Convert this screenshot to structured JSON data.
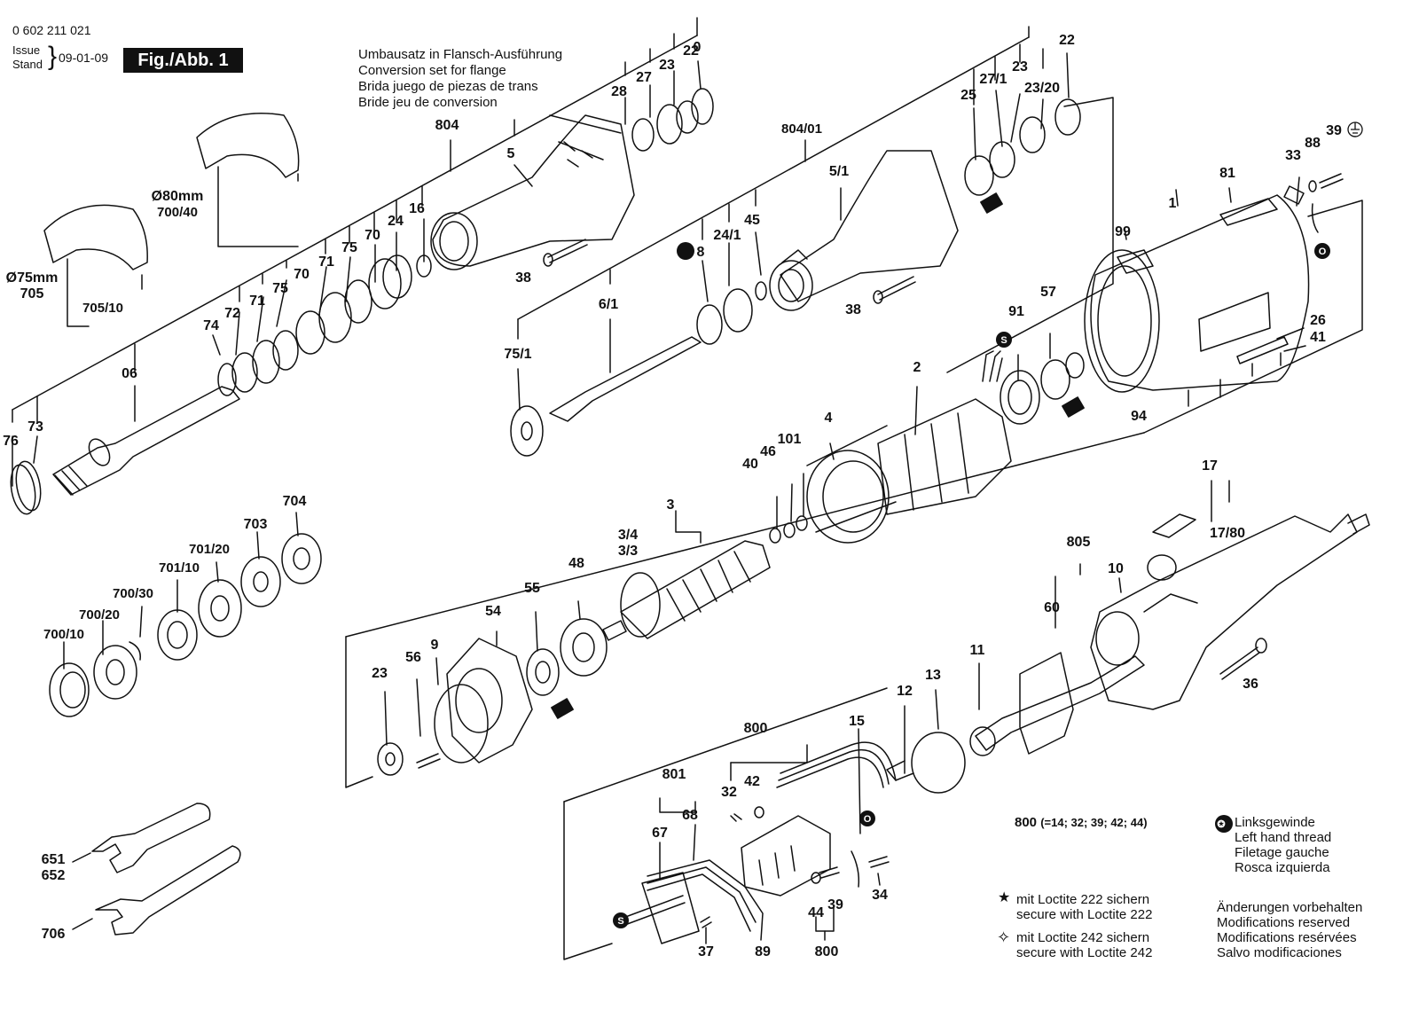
{
  "header": {
    "doc_number": "0 602 211 021",
    "issue_label": "Issue",
    "stand_label": "Stand",
    "date": "09-01-09",
    "figure_label": "Fig./Abb. 1"
  },
  "conversion_set": [
    "Umbausatz in Flansch-Ausführung",
    "Conversion set for flange",
    "Brida juego de piezas de trans",
    "Bride jeu de conversion"
  ],
  "part_labels": [
    "0",
    "76",
    "73",
    "06",
    "74",
    "72",
    "71",
    "75",
    "70",
    "71",
    "75",
    "70",
    "24",
    "16",
    "804",
    "5",
    "28",
    "27",
    "23",
    "22",
    "Ø80mm",
    "700/40",
    "Ø75mm",
    "705",
    "705/10",
    "38",
    "8",
    "24/1",
    "45",
    "6/1",
    "75/1",
    "804/01",
    "5/1",
    "25",
    "27/1",
    "23",
    "23/20",
    "22",
    "38",
    "39",
    "88",
    "33",
    "81",
    "1",
    "99",
    "26",
    "41",
    "94",
    "2",
    "91",
    "57",
    "4",
    "101",
    "46",
    "40",
    "3",
    "3/4",
    "3/3",
    "48",
    "55",
    "54",
    "56",
    "9",
    "23",
    "17",
    "17/80",
    "805",
    "10",
    "60",
    "11",
    "13",
    "12",
    "36",
    "704",
    "703",
    "701/20",
    "701/10",
    "700/30",
    "700/20",
    "700/10",
    "651",
    "652",
    "706",
    "800",
    "15",
    "801",
    "68",
    "67",
    "32",
    "42",
    "34",
    "39",
    "44",
    "800",
    "37",
    "89"
  ],
  "legend": {
    "kit_800": "800",
    "kit_800_detail": "(=14; 32; 39; 42; 44)",
    "left_hand_thread": [
      "Linksgewinde",
      "Left hand thread",
      "Filetage gauche",
      "Rosca izquierda"
    ],
    "loctite_222": [
      "mit Loctite 222 sichern",
      "secure with Loctite 222"
    ],
    "loctite_242": [
      "mit Loctite 242 sichern",
      "secure with Loctite 242"
    ],
    "modifications": [
      "Änderungen vorbehalten",
      "Modifications reserved",
      "Modifications resérvées",
      "Salvo modificaciones"
    ]
  },
  "symbols": {
    "left_hand_thread_icon": "star-in-circle",
    "loctite_222_icon": "solid-star",
    "loctite_242_icon": "outline-star",
    "ground_icon": "earth-ground",
    "grease_icon": "grease-can"
  },
  "colors": {
    "ink": "#111111",
    "paper": "#ffffff",
    "fill": "#f2f2f2"
  }
}
